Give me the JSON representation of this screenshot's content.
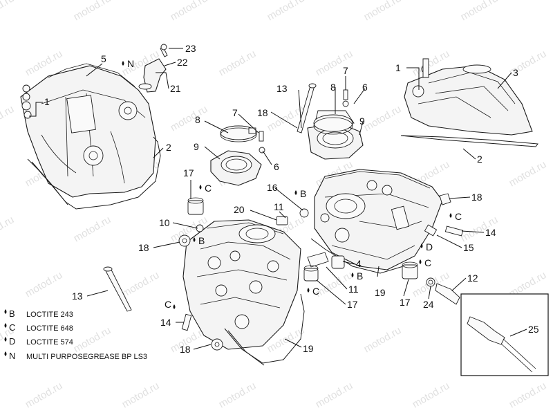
{
  "watermark": "motod.ru",
  "callouts": [
    {
      "id": "c23",
      "text": "23"
    },
    {
      "id": "c22",
      "text": "22"
    },
    {
      "id": "c21",
      "text": "21"
    },
    {
      "id": "c5",
      "text": "5"
    },
    {
      "id": "cN",
      "text": "N"
    },
    {
      "id": "c1a",
      "text": "1"
    },
    {
      "id": "c2a",
      "text": "2"
    },
    {
      "id": "c13a",
      "text": "13"
    },
    {
      "id": "c7a",
      "text": "7"
    },
    {
      "id": "c8a",
      "text": "8"
    },
    {
      "id": "c6a",
      "text": "6"
    },
    {
      "id": "c9a",
      "text": "9"
    },
    {
      "id": "c18a",
      "text": "18"
    },
    {
      "id": "c1b",
      "text": "1"
    },
    {
      "id": "c3",
      "text": "3"
    },
    {
      "id": "c2b",
      "text": "2"
    },
    {
      "id": "c8b",
      "text": "8"
    },
    {
      "id": "c7b",
      "text": "7"
    },
    {
      "id": "c9b",
      "text": "9"
    },
    {
      "id": "c6b",
      "text": "6"
    },
    {
      "id": "c17a",
      "text": "17"
    },
    {
      "id": "cCa",
      "text": "C"
    },
    {
      "id": "c16",
      "text": "16"
    },
    {
      "id": "cBa",
      "text": "B"
    },
    {
      "id": "c18b",
      "text": "18"
    },
    {
      "id": "c20",
      "text": "20"
    },
    {
      "id": "c11a",
      "text": "11"
    },
    {
      "id": "cCb",
      "text": "C"
    },
    {
      "id": "c10",
      "text": "10"
    },
    {
      "id": "c14a",
      "text": "14"
    },
    {
      "id": "c18c",
      "text": "18"
    },
    {
      "id": "cBb",
      "text": "B"
    },
    {
      "id": "cD",
      "text": "D"
    },
    {
      "id": "c15",
      "text": "15"
    },
    {
      "id": "c4",
      "text": "4"
    },
    {
      "id": "cBc",
      "text": "B"
    },
    {
      "id": "cCc",
      "text": "C"
    },
    {
      "id": "c11b",
      "text": "11"
    },
    {
      "id": "cCd",
      "text": "C"
    },
    {
      "id": "c17b",
      "text": "17"
    },
    {
      "id": "c19a",
      "text": "19"
    },
    {
      "id": "c17c",
      "text": "17"
    },
    {
      "id": "c12",
      "text": "12"
    },
    {
      "id": "c24",
      "text": "24"
    },
    {
      "id": "c13b",
      "text": "13"
    },
    {
      "id": "cCe",
      "text": "C"
    },
    {
      "id": "c14b",
      "text": "14"
    },
    {
      "id": "c18d",
      "text": "18"
    },
    {
      "id": "c19b",
      "text": "19"
    },
    {
      "id": "c25",
      "text": "25"
    }
  ],
  "legend": [
    {
      "code": "B",
      "label": "LOCTITE 243"
    },
    {
      "code": "C",
      "label": "LOCTITE 648"
    },
    {
      "code": "D",
      "label": "LOCTITE 574"
    },
    {
      "code": "N",
      "label": "MULTI PURPOSEGREASE BP LS3"
    }
  ]
}
